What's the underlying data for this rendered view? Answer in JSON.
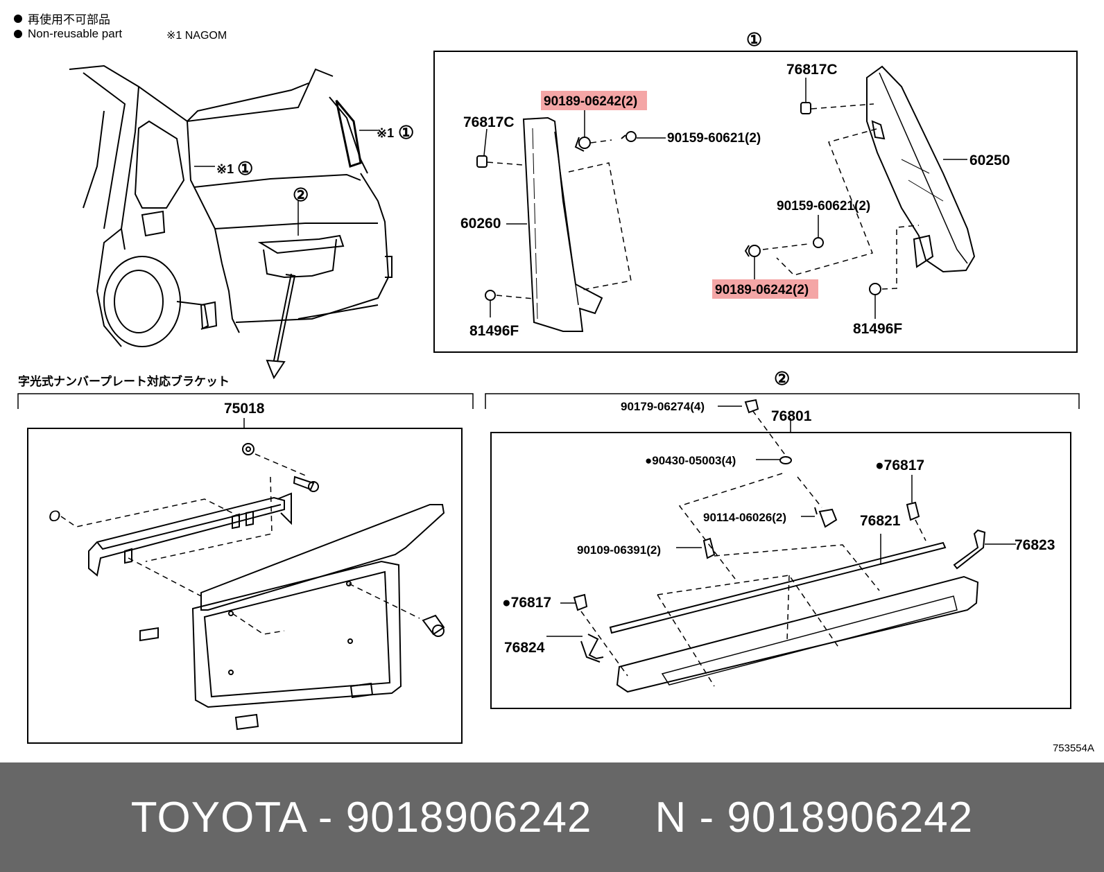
{
  "legend": {
    "item_jp": "再使用不可部品",
    "item_en": "Non-reusable part",
    "note": "※1 NAGOM"
  },
  "overview": {
    "callout_a": "※1",
    "callout_a_num": "①",
    "callout_b": "※1",
    "callout_b_num": "①",
    "callout_c_num": "②"
  },
  "section1": {
    "num": "①",
    "parts": {
      "p76817C_left": "76817C",
      "p90189_left": "90189-06242(2)",
      "p90159_left": "90159-60621(2)",
      "p60260": "60260",
      "p81496F_left": "81496F",
      "p76817C_right": "76817C",
      "p60250": "60250",
      "p90159_right": "90159-60621(2)",
      "p90189_right": "90189-06242(2)",
      "p81496F_right": "81496F"
    }
  },
  "section_bracket": {
    "title": "字光式ナンバープレート対応ブラケット",
    "p75018": "75018",
    "mark_o": "O"
  },
  "section2": {
    "num": "②",
    "parts": {
      "p90179": "90179-06274(4)",
      "p76801": "76801",
      "p90430": "●90430-05003(4)",
      "p76817_a": "●76817",
      "p90114": "90114-06026(2)",
      "p76821": "76821",
      "p90109": "90109-06391(2)",
      "p76823": "76823",
      "p76817_b": "●76817",
      "p76824": "76824"
    }
  },
  "diagram_code": "753554A",
  "footer": {
    "text": "TOYOTA - 9018906242     N - 9018906242"
  },
  "highlight_color": "#f4a6a6",
  "footer_color": "#676767"
}
